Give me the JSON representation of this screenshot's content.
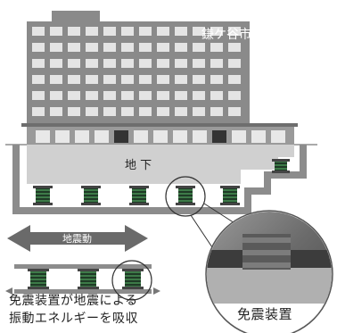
{
  "building": {
    "name": "鎌ケ谷市"
  },
  "basement": {
    "label": "地 下"
  },
  "motion": {
    "label": "地震動"
  },
  "caption": {
    "line1": "免震装置が地震による",
    "line2": "振動エネルギーを吸収"
  },
  "photo": {
    "label": "免震装置"
  },
  "colors": {
    "building": "#8a8a8a",
    "building_dark": "#6e6e6e",
    "window": "#e6e6e6",
    "ground": "#c9c9c9",
    "isolator_green": "#2f6b3a",
    "isolator_dark": "#1f3a26",
    "arrow_gray": "#777777"
  }
}
